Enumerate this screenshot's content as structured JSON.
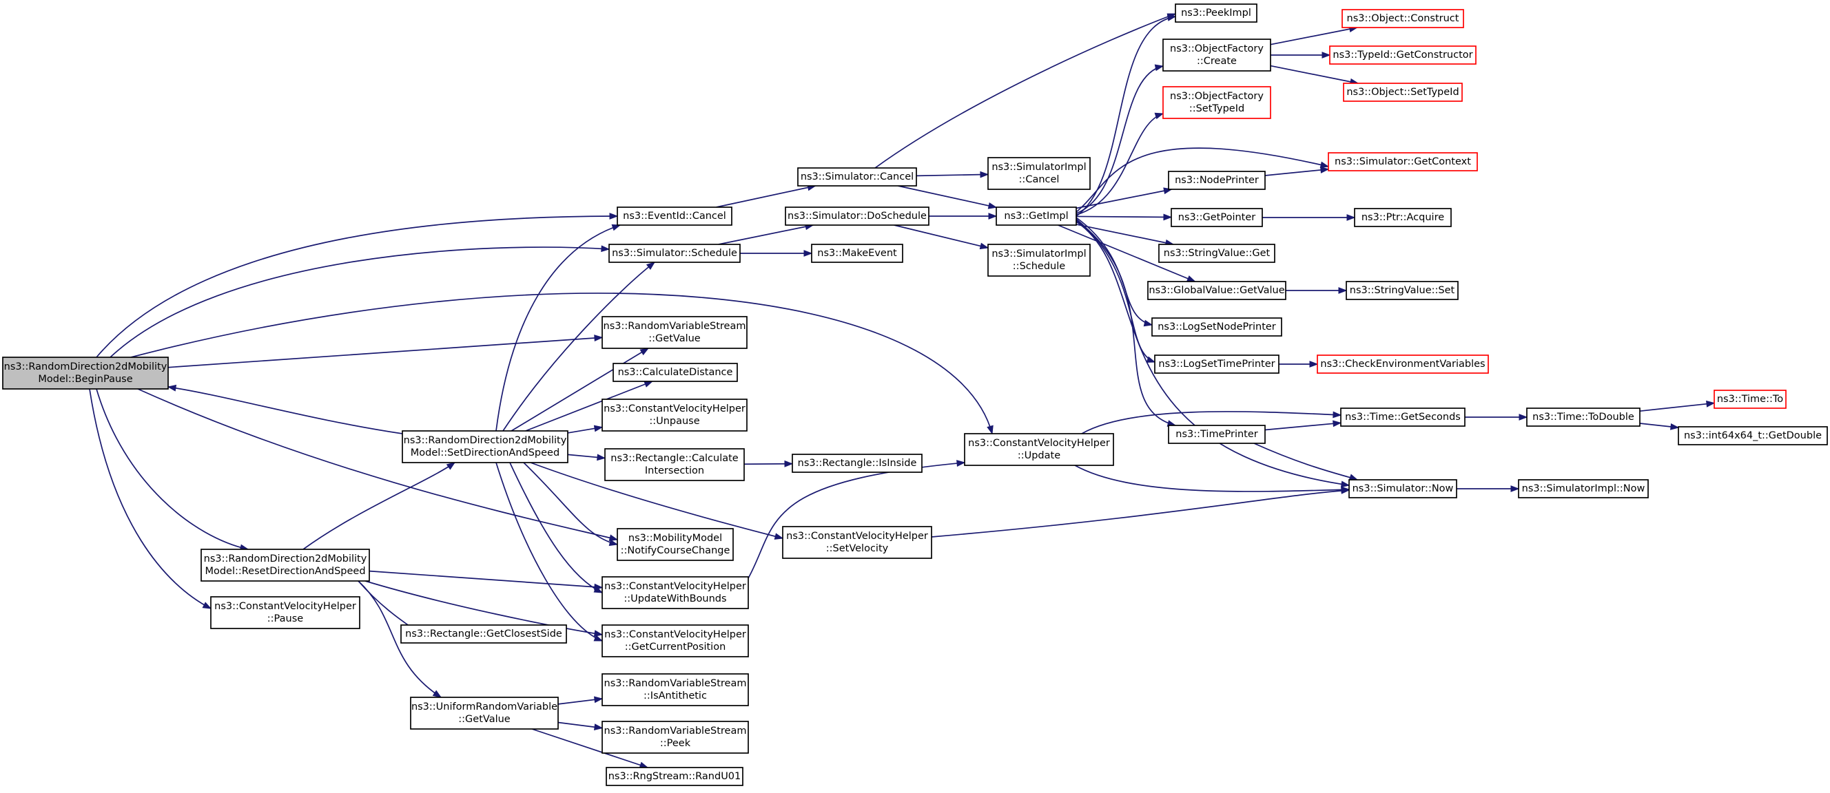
{
  "graph": {
    "nodes": [
      {
        "id": "begin_pause",
        "lines": [
          "ns3::RandomDirection2dMobility",
          "Model::BeginPause"
        ],
        "style": "root"
      },
      {
        "id": "event_cancel",
        "lines": [
          "ns3::EventId::Cancel"
        ]
      },
      {
        "id": "sim_schedule",
        "lines": [
          "ns3::Simulator::Schedule"
        ]
      },
      {
        "id": "rvs_getvalue",
        "lines": [
          "ns3::RandomVariableStream",
          "::GetValue"
        ]
      },
      {
        "id": "calc_distance",
        "lines": [
          "ns3::CalculateDistance"
        ]
      },
      {
        "id": "cvh_unpause",
        "lines": [
          "ns3::ConstantVelocityHelper",
          "::Unpause"
        ]
      },
      {
        "id": "set_dir_speed",
        "lines": [
          "ns3::RandomDirection2dMobility",
          "Model::SetDirectionAndSpeed"
        ]
      },
      {
        "id": "rect_calc_int",
        "lines": [
          "ns3::Rectangle::Calculate",
          "Intersection"
        ]
      },
      {
        "id": "mm_notify",
        "lines": [
          "ns3::MobilityModel",
          "::NotifyCourseChange"
        ]
      },
      {
        "id": "reset_dir_speed",
        "lines": [
          "ns3::RandomDirection2dMobility",
          "Model::ResetDirectionAndSpeed"
        ]
      },
      {
        "id": "cvh_update_bounds",
        "lines": [
          "ns3::ConstantVelocityHelper",
          "::UpdateWithBounds"
        ]
      },
      {
        "id": "cvh_pause",
        "lines": [
          "ns3::ConstantVelocityHelper",
          "::Pause"
        ]
      },
      {
        "id": "rect_closest",
        "lines": [
          "ns3::Rectangle::GetClosestSide"
        ]
      },
      {
        "id": "cvh_get_pos",
        "lines": [
          "ns3::ConstantVelocityHelper",
          "::GetCurrentPosition"
        ]
      },
      {
        "id": "urv_getvalue",
        "lines": [
          "ns3::UniformRandomVariable",
          "::GetValue"
        ]
      },
      {
        "id": "rvs_antithetic",
        "lines": [
          "ns3::RandomVariableStream",
          "::IsAntithetic"
        ]
      },
      {
        "id": "rvs_peek",
        "lines": [
          "ns3::RandomVariableStream",
          "::Peek"
        ]
      },
      {
        "id": "rng_rand",
        "lines": [
          "ns3::RngStream::RandU01"
        ]
      },
      {
        "id": "sim_cancel",
        "lines": [
          "ns3::Simulator::Cancel"
        ]
      },
      {
        "id": "sim_doschedule",
        "lines": [
          "ns3::Simulator::DoSchedule"
        ]
      },
      {
        "id": "make_event",
        "lines": [
          "ns3::MakeEvent"
        ]
      },
      {
        "id": "rect_inside",
        "lines": [
          "ns3::Rectangle::IsInside"
        ]
      },
      {
        "id": "cvh_setvel",
        "lines": [
          "ns3::ConstantVelocityHelper",
          "::SetVelocity"
        ]
      },
      {
        "id": "simimpl_cancel",
        "lines": [
          "ns3::SimulatorImpl",
          "::Cancel"
        ]
      },
      {
        "id": "simimpl_schedule",
        "lines": [
          "ns3::SimulatorImpl",
          "::Schedule"
        ]
      },
      {
        "id": "get_impl",
        "lines": [
          "ns3::GetImpl"
        ]
      },
      {
        "id": "cvh_update",
        "lines": [
          "ns3::ConstantVelocityHelper",
          "::Update"
        ]
      },
      {
        "id": "peek_impl",
        "lines": [
          "ns3::PeekImpl"
        ]
      },
      {
        "id": "of_create",
        "lines": [
          "ns3::ObjectFactory",
          "::Create"
        ]
      },
      {
        "id": "of_settypeid",
        "lines": [
          "ns3::ObjectFactory",
          "::SetTypeId"
        ],
        "style": "ext"
      },
      {
        "id": "node_printer",
        "lines": [
          "ns3::NodePrinter"
        ]
      },
      {
        "id": "get_pointer",
        "lines": [
          "ns3::GetPointer"
        ]
      },
      {
        "id": "sv_get",
        "lines": [
          "ns3::StringValue::Get"
        ]
      },
      {
        "id": "gv_getvalue",
        "lines": [
          "ns3::GlobalValue::GetValue"
        ]
      },
      {
        "id": "log_node_printer",
        "lines": [
          "ns3::LogSetNodePrinter"
        ]
      },
      {
        "id": "log_time_printer",
        "lines": [
          "ns3::LogSetTimePrinter"
        ]
      },
      {
        "id": "time_printer",
        "lines": [
          "ns3::TimePrinter"
        ]
      },
      {
        "id": "obj_construct",
        "lines": [
          "ns3::Object::Construct"
        ],
        "style": "ext"
      },
      {
        "id": "typeid_getctor",
        "lines": [
          "ns3::TypeId::GetConstructor"
        ],
        "style": "ext"
      },
      {
        "id": "obj_settypeid",
        "lines": [
          "ns3::Object::SetTypeId"
        ],
        "style": "ext"
      },
      {
        "id": "sim_getcontext",
        "lines": [
          "ns3::Simulator::GetContext"
        ],
        "style": "ext"
      },
      {
        "id": "ptr_acquire",
        "lines": [
          "ns3::Ptr::Acquire"
        ]
      },
      {
        "id": "sv_set",
        "lines": [
          "ns3::StringValue::Set"
        ]
      },
      {
        "id": "check_env",
        "lines": [
          "ns3::CheckEnvironmentVariables"
        ],
        "style": "ext"
      },
      {
        "id": "time_getseconds",
        "lines": [
          "ns3::Time::GetSeconds"
        ]
      },
      {
        "id": "sim_now",
        "lines": [
          "ns3::Simulator::Now"
        ]
      },
      {
        "id": "time_todouble",
        "lines": [
          "ns3::Time::ToDouble"
        ]
      },
      {
        "id": "simimpl_now",
        "lines": [
          "ns3::SimulatorImpl::Now"
        ]
      },
      {
        "id": "time_to",
        "lines": [
          "ns3::Time::To"
        ],
        "style": "ext"
      },
      {
        "id": "int64_getdouble",
        "lines": [
          "ns3::int64x64_t::GetDouble"
        ]
      }
    ],
    "edges": [
      [
        "begin_pause",
        "event_cancel"
      ],
      [
        "begin_pause",
        "sim_schedule"
      ],
      [
        "begin_pause",
        "rvs_getvalue"
      ],
      [
        "begin_pause",
        "cvh_update"
      ],
      [
        "begin_pause",
        "mm_notify"
      ],
      [
        "begin_pause",
        "reset_dir_speed"
      ],
      [
        "begin_pause",
        "cvh_pause"
      ],
      [
        "set_dir_speed",
        "begin_pause"
      ],
      [
        "set_dir_speed",
        "event_cancel"
      ],
      [
        "set_dir_speed",
        "sim_schedule"
      ],
      [
        "set_dir_speed",
        "rvs_getvalue"
      ],
      [
        "set_dir_speed",
        "calc_distance"
      ],
      [
        "set_dir_speed",
        "cvh_unpause"
      ],
      [
        "set_dir_speed",
        "rect_calc_int"
      ],
      [
        "set_dir_speed",
        "mm_notify"
      ],
      [
        "set_dir_speed",
        "cvh_update_bounds"
      ],
      [
        "set_dir_speed",
        "cvh_get_pos"
      ],
      [
        "set_dir_speed",
        "cvh_setvel"
      ],
      [
        "reset_dir_speed",
        "set_dir_speed"
      ],
      [
        "reset_dir_speed",
        "cvh_update_bounds"
      ],
      [
        "reset_dir_speed",
        "rect_closest"
      ],
      [
        "reset_dir_speed",
        "cvh_get_pos"
      ],
      [
        "reset_dir_speed",
        "urv_getvalue"
      ],
      [
        "urv_getvalue",
        "rvs_antithetic"
      ],
      [
        "urv_getvalue",
        "rvs_peek"
      ],
      [
        "urv_getvalue",
        "rng_rand"
      ],
      [
        "event_cancel",
        "sim_cancel"
      ],
      [
        "sim_schedule",
        "sim_doschedule"
      ],
      [
        "sim_schedule",
        "make_event"
      ],
      [
        "rect_calc_int",
        "rect_inside"
      ],
      [
        "cvh_update_bounds",
        "cvh_update"
      ],
      [
        "sim_cancel",
        "peek_impl"
      ],
      [
        "sim_cancel",
        "simimpl_cancel"
      ],
      [
        "sim_cancel",
        "get_impl"
      ],
      [
        "sim_doschedule",
        "get_impl"
      ],
      [
        "sim_doschedule",
        "simimpl_schedule"
      ],
      [
        "get_impl",
        "peek_impl"
      ],
      [
        "get_impl",
        "of_create"
      ],
      [
        "get_impl",
        "of_settypeid"
      ],
      [
        "get_impl",
        "node_printer"
      ],
      [
        "get_impl",
        "sim_getcontext"
      ],
      [
        "get_impl",
        "get_pointer"
      ],
      [
        "get_impl",
        "sv_get"
      ],
      [
        "get_impl",
        "gv_getvalue"
      ],
      [
        "get_impl",
        "log_node_printer"
      ],
      [
        "get_impl",
        "log_time_printer"
      ],
      [
        "get_impl",
        "time_printer"
      ],
      [
        "get_impl",
        "sim_now"
      ],
      [
        "of_create",
        "obj_construct"
      ],
      [
        "of_create",
        "typeid_getctor"
      ],
      [
        "of_create",
        "obj_settypeid"
      ],
      [
        "node_printer",
        "sim_getcontext"
      ],
      [
        "get_pointer",
        "ptr_acquire"
      ],
      [
        "gv_getvalue",
        "sv_set"
      ],
      [
        "log_time_printer",
        "check_env"
      ],
      [
        "time_printer",
        "time_getseconds"
      ],
      [
        "time_printer",
        "sim_now"
      ],
      [
        "cvh_update",
        "time_getseconds"
      ],
      [
        "cvh_update",
        "sim_now"
      ],
      [
        "cvh_setvel",
        "sim_now"
      ],
      [
        "time_getseconds",
        "time_todouble"
      ],
      [
        "time_todouble",
        "time_to"
      ],
      [
        "time_todouble",
        "int64_getdouble"
      ],
      [
        "sim_now",
        "simimpl_now"
      ]
    ]
  }
}
